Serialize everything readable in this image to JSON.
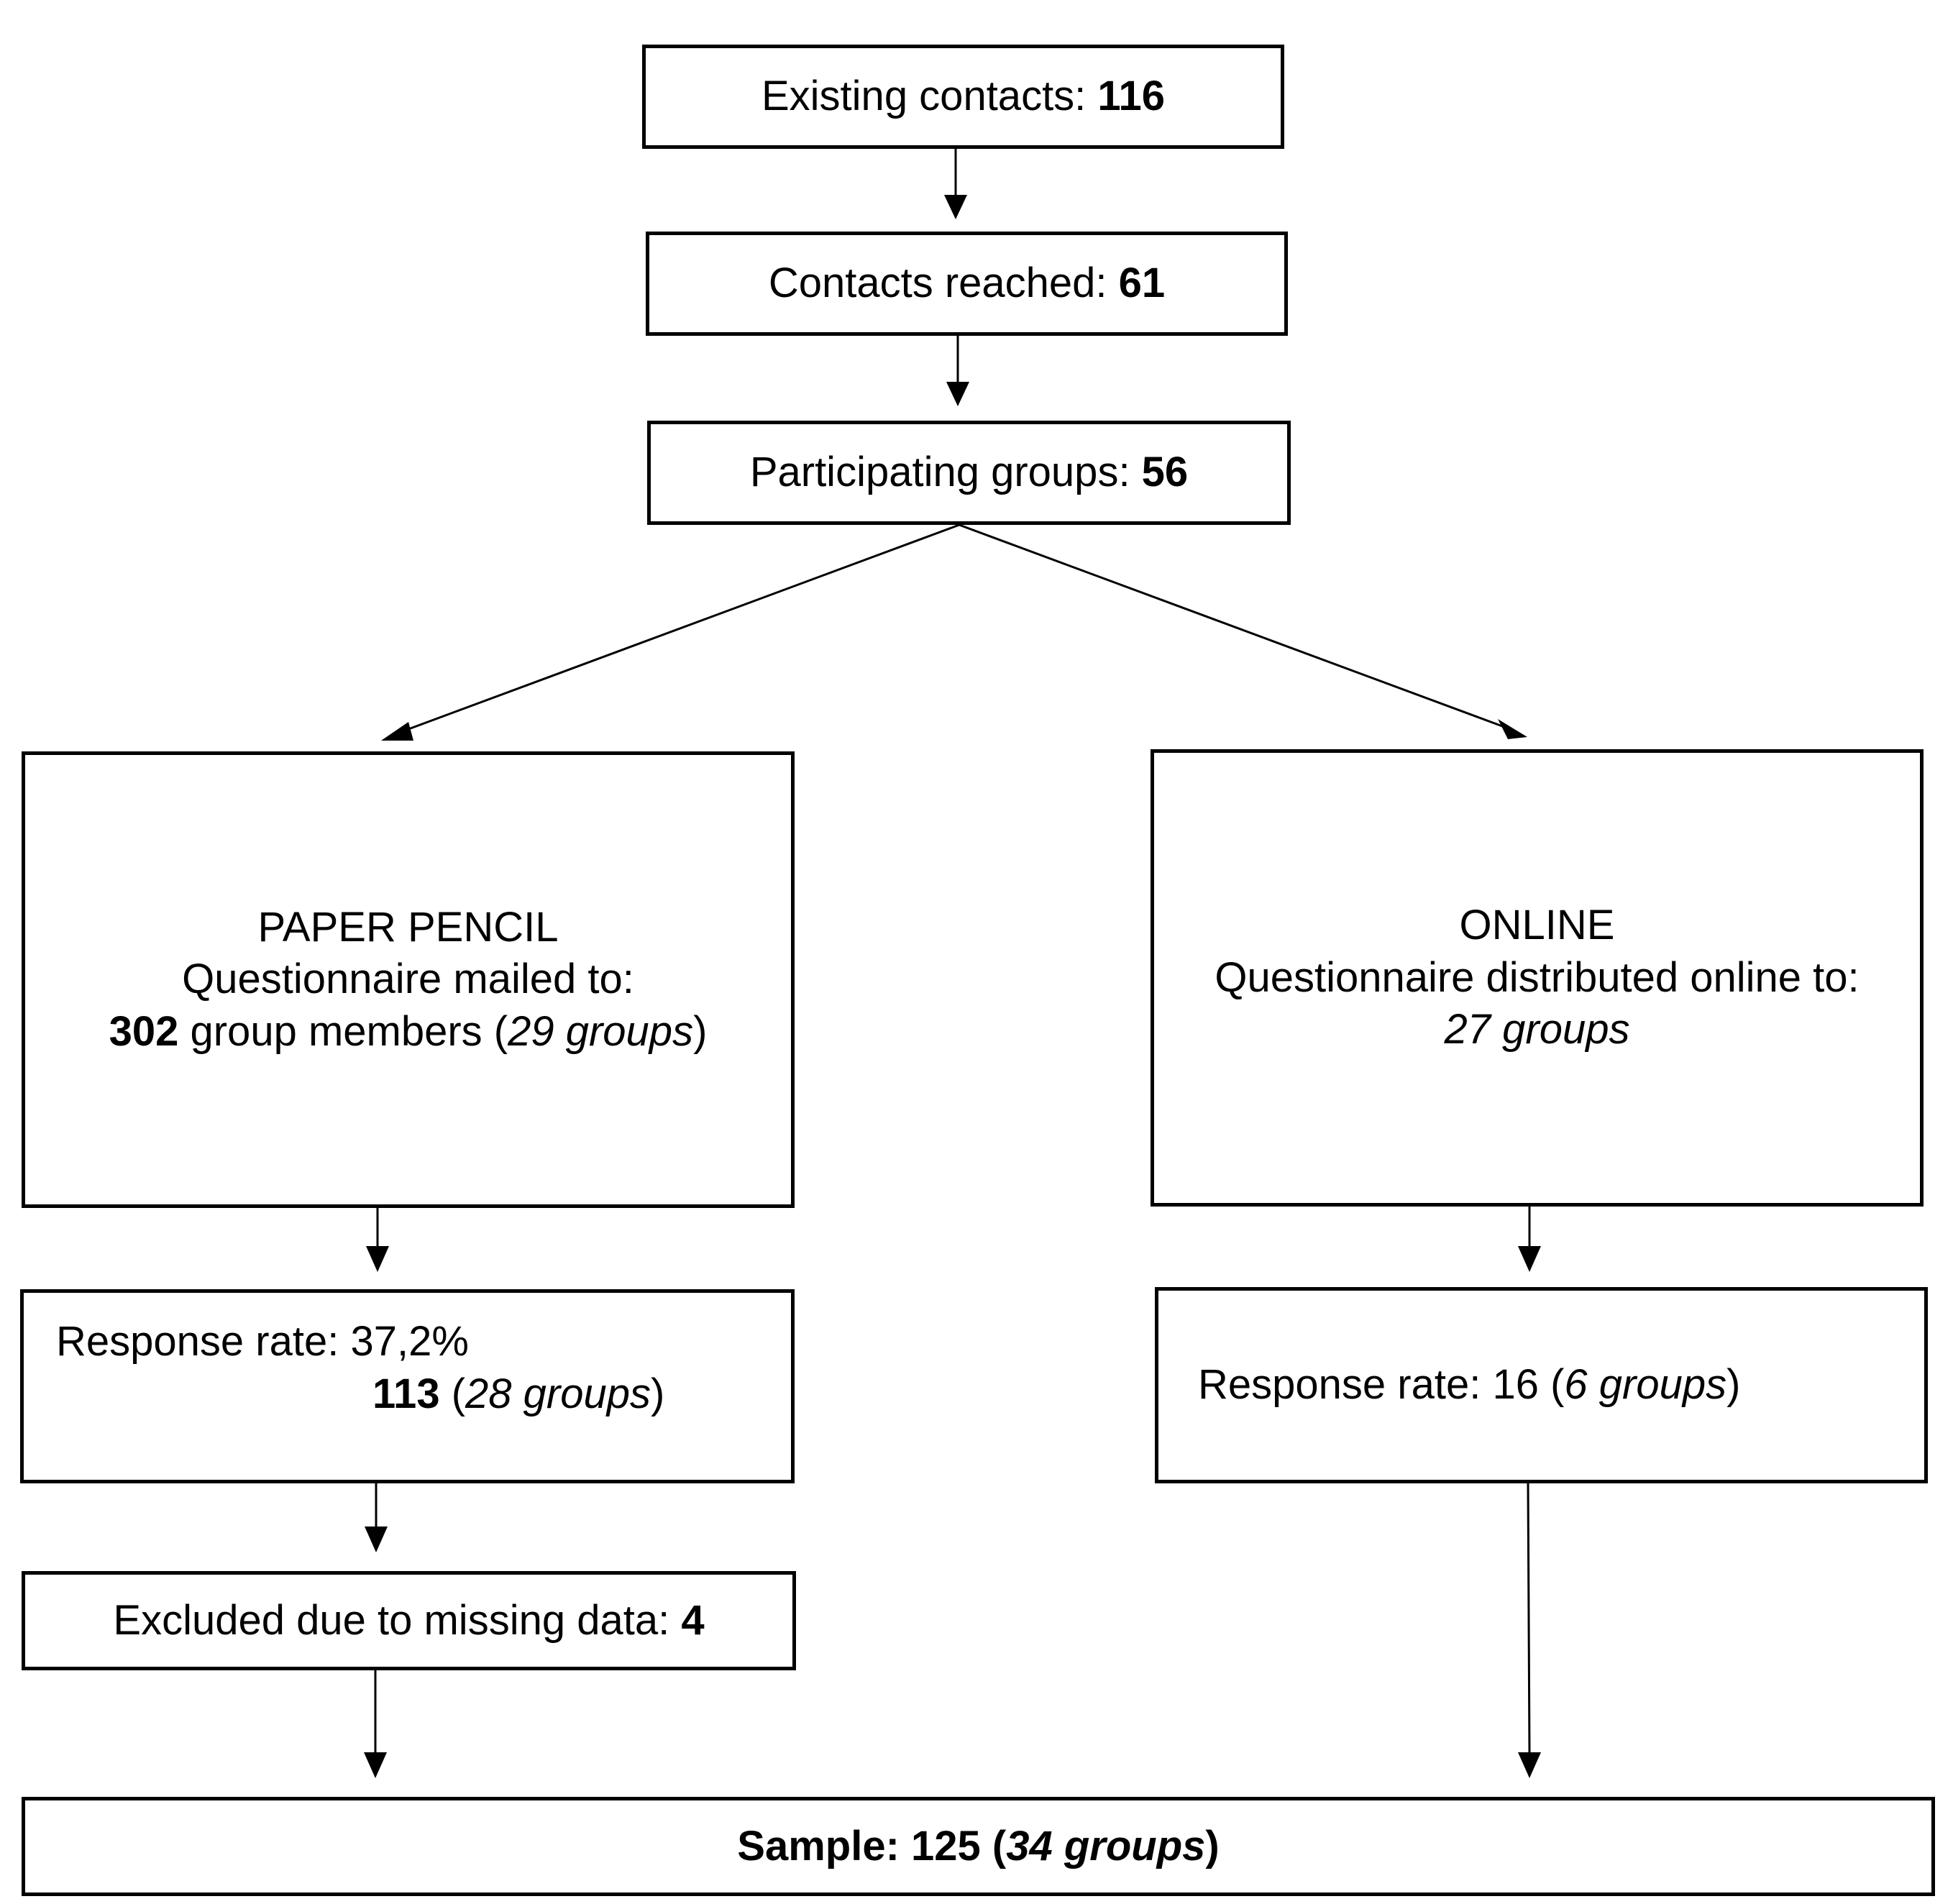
{
  "existing": {
    "label": "Existing contacts: ",
    "value": "116"
  },
  "reached": {
    "label": "Contacts reached: ",
    "value": "61"
  },
  "participating": {
    "label": "Participating groups: ",
    "value": "56"
  },
  "paper": {
    "title": "PAPER PENCIL",
    "subtitle": "Questionnaire mailed to:",
    "members": "302",
    "members_text": " group members (",
    "groups": "29 groups",
    "close": ")"
  },
  "online": {
    "title": "ONLINE",
    "subtitle": "Questionnaire distributed online to:",
    "groups": "27 groups"
  },
  "paper_response": {
    "label": "Response rate: 37,2%",
    "count": "113",
    "open": " (",
    "groups": "28 groups",
    "close": ")"
  },
  "online_response": {
    "label": "Response rate: 16 (",
    "groups": "6 groups",
    "close": ")"
  },
  "excluded": {
    "label": "Excluded due to missing data: ",
    "value": "4"
  },
  "sample": {
    "label": "Sample: 125 (",
    "groups": "34 groups",
    "close": ")"
  }
}
